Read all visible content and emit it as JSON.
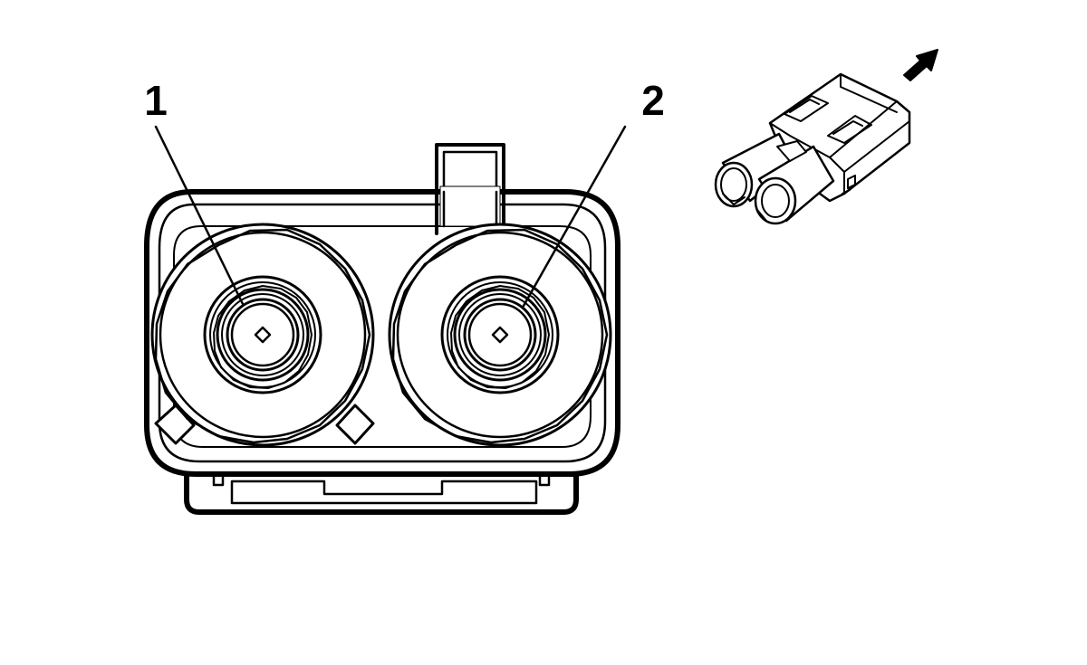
{
  "callouts": [
    {
      "id": "1",
      "label": "1"
    },
    {
      "id": "2",
      "label": "2"
    }
  ],
  "direction_indicator": {
    "icon": "arrow-icon",
    "meaning": "direction"
  },
  "colors": {
    "line": "#000000",
    "background": "#ffffff"
  }
}
